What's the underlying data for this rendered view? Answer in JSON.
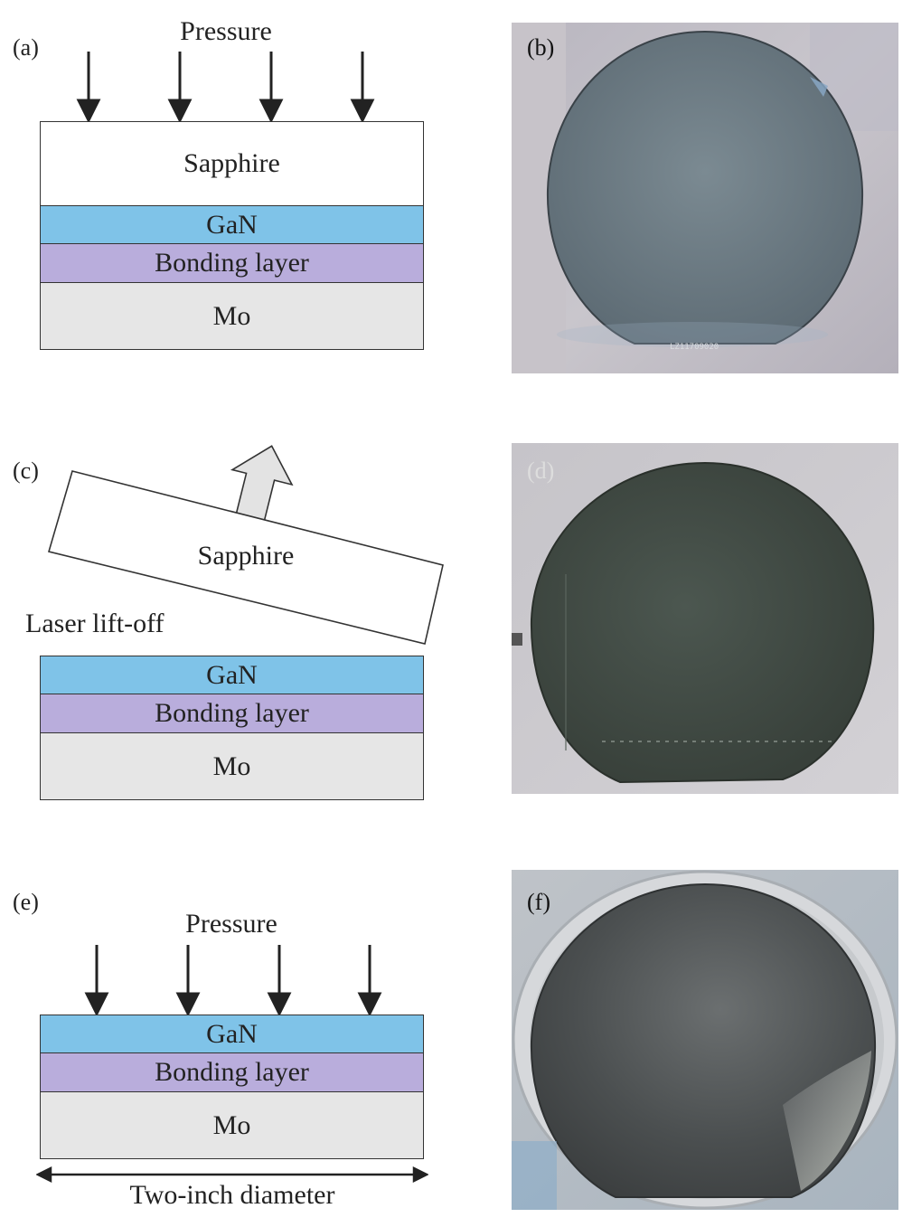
{
  "panels": {
    "a": {
      "label": "(a)",
      "pressure": "Pressure",
      "layers": [
        "Sapphire",
        "GaN",
        "Bonding layer",
        "Mo"
      ]
    },
    "b": {
      "label": "(b)",
      "wafer_marking": "LZ11709020"
    },
    "c": {
      "label": "(c)",
      "sapphire": "Sapphire",
      "process": "Laser lift-off",
      "layers": [
        "GaN",
        "Bonding layer",
        "Mo"
      ]
    },
    "d": {
      "label": "(d)"
    },
    "e": {
      "label": "(e)",
      "pressure": "Pressure",
      "layers": [
        "GaN",
        "Bonding layer",
        "Mo"
      ],
      "dimension": "Two-inch diameter"
    },
    "f": {
      "label": "(f)"
    }
  },
  "colors": {
    "gan": "#7fc3e8",
    "bonding_layer": "#b9addc",
    "mo": "#e6e6e6",
    "sapphire": "#ffffff",
    "lift_arrow": "#e3e3e3"
  }
}
